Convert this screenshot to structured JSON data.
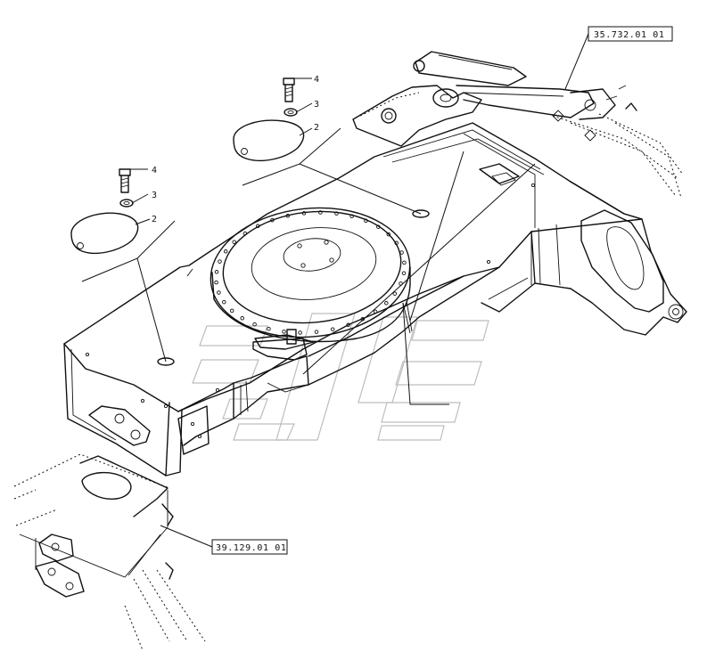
{
  "callouts": {
    "item_4_upper": "4",
    "item_3_upper": "3",
    "item_2_upper": "2",
    "item_4_left": "4",
    "item_3_left": "3",
    "item_2_left": "2"
  },
  "references": {
    "boom_cylinder": "35.732.01 01",
    "rear_frame": "39.129.01 01"
  },
  "colors": {
    "line": "#111111",
    "watermark": "#bdbdbd",
    "background": "#ffffff"
  }
}
